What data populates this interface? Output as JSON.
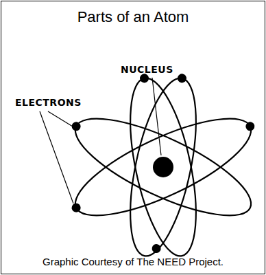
{
  "diagram": {
    "title": "Parts of an Atom",
    "caption": "Graphic Courtesy of The NEED Project.",
    "labels": [
      "NUCLEUS",
      "ELECTRONS"
    ]
  }
}
